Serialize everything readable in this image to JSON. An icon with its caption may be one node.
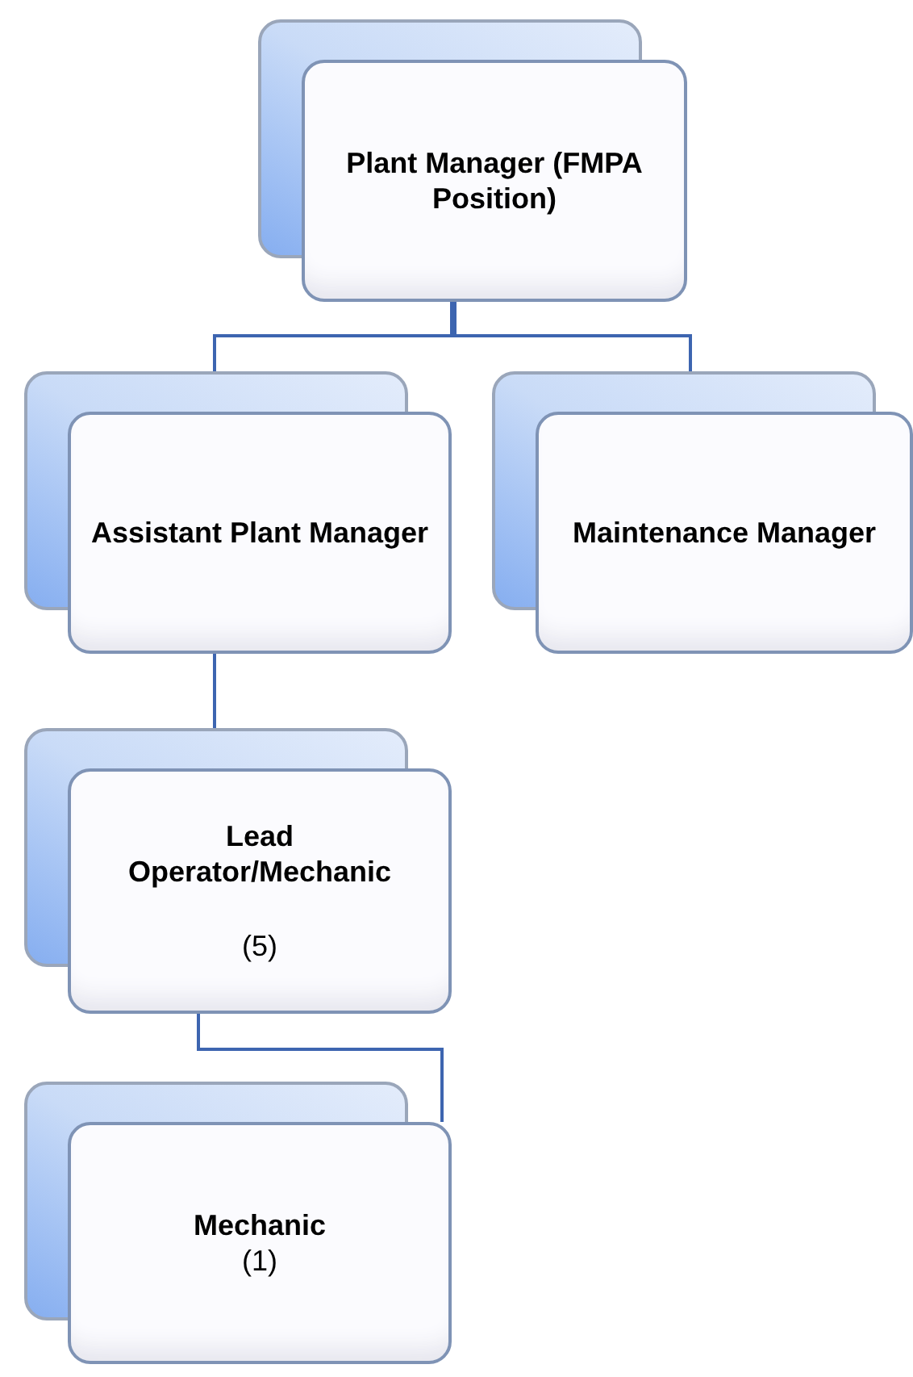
{
  "diagram": {
    "nodes": [
      {
        "text": [
          "Plant Manager (FMPA Position)"
        ]
      },
      {
        "text": [
          "Assistant Plant Manager"
        ]
      },
      {
        "text": [
          "Maintenance Manager"
        ]
      },
      {
        "text": [
          "Lead Operator/Mechanic",
          "(5)"
        ]
      },
      {
        "text": [
          "Mechanic",
          "(1)"
        ]
      }
    ],
    "edges": [
      {
        "from": 0,
        "to": 1,
        "arrow": "none"
      },
      {
        "from": 0,
        "to": 2,
        "arrow": "none"
      },
      {
        "from": 1,
        "to": 3,
        "arrow": "none"
      },
      {
        "from": 3,
        "to": 4,
        "arrow": "none"
      }
    ]
  }
}
